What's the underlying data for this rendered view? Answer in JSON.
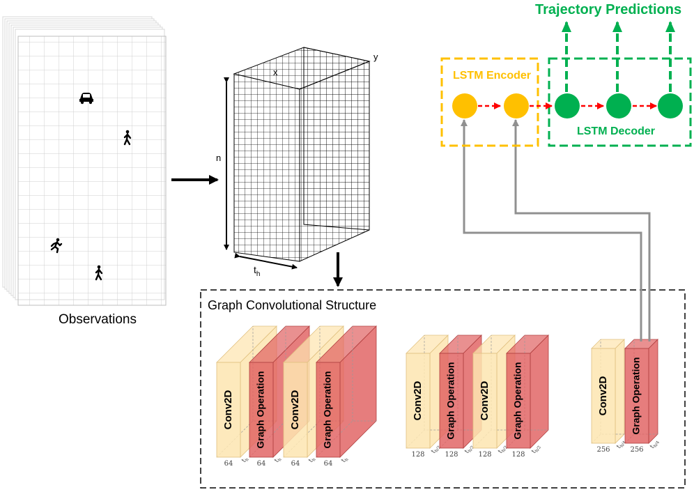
{
  "labels": {
    "observations": "Observations",
    "x": "x",
    "y": "y",
    "n": "n",
    "th_base": "t",
    "th_sub": "h",
    "graph_structure": "Graph Convolutional Structure",
    "lstm_encoder": "LSTM Encoder",
    "lstm_decoder": "LSTM Decoder",
    "trajectory_predictions": "Trajectory Predictions"
  },
  "blocks": {
    "group1": {
      "labels": [
        "Conv2D",
        "Graph Operation",
        "Conv2D",
        "Graph Operation"
      ],
      "channels": [
        "64",
        "64",
        "64",
        "64"
      ],
      "dims": [
        "t",
        "t",
        "t",
        "t"
      ],
      "dim_subs": [
        "h",
        "h",
        "h",
        "h"
      ]
    },
    "group2": {
      "labels": [
        "Conv2D",
        "Graph Operation",
        "Conv2D",
        "Graph Operation"
      ],
      "channels": [
        "128",
        "128",
        "128",
        "128"
      ],
      "dims": [
        "t",
        "t",
        "t",
        "t"
      ],
      "dim_subs": [
        "h/2",
        "h/2",
        "h/2",
        "h/2"
      ]
    },
    "group3": {
      "labels": [
        "Conv2D",
        "Graph Operation"
      ],
      "channels": [
        "256",
        "256"
      ],
      "dims": [
        "t",
        "t"
      ],
      "dim_subs": [
        "h/4",
        "h/4"
      ]
    }
  },
  "colors": {
    "conv_fill": "#fde5b0",
    "graph_fill": "#e06060",
    "encoder": "#ffc000",
    "decoder": "#00b050",
    "link_arrow": "#ff0000",
    "connector": "#909090"
  },
  "icons": [
    "car-icon",
    "pedestrian-icon",
    "runner-icon",
    "pedestrian-icon"
  ]
}
